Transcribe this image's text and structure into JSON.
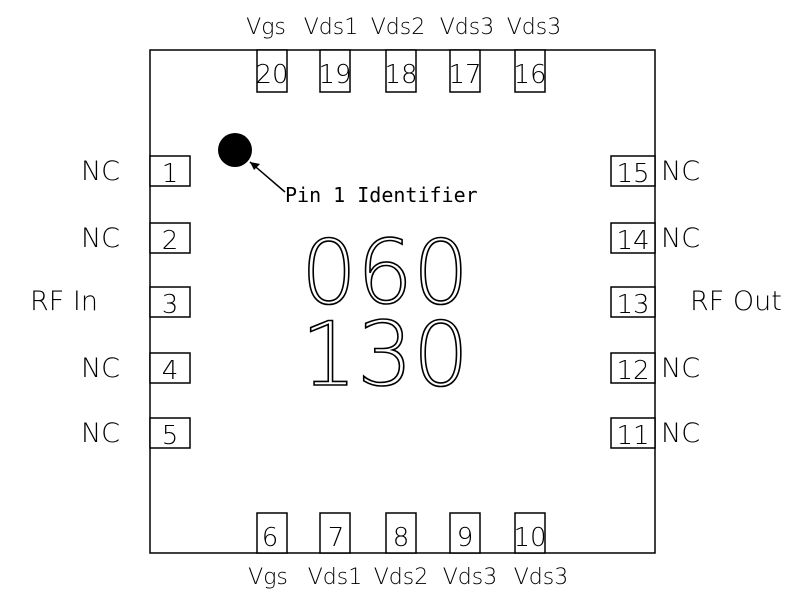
{
  "package": {
    "marking_line1": "060",
    "marking_line2": "130",
    "pin1_identifier_label": "Pin 1 Identifier"
  },
  "pins": {
    "p1": {
      "number": "1",
      "name": "NC"
    },
    "p2": {
      "number": "2",
      "name": "NC"
    },
    "p3": {
      "number": "3",
      "name": "RF In"
    },
    "p4": {
      "number": "4",
      "name": "NC"
    },
    "p5": {
      "number": "5",
      "name": "NC"
    },
    "p6": {
      "number": "6",
      "name": "Vgs"
    },
    "p7": {
      "number": "7",
      "name": "Vds1"
    },
    "p8": {
      "number": "8",
      "name": "Vds2"
    },
    "p9": {
      "number": "9",
      "name": "Vds3"
    },
    "p10": {
      "number": "10",
      "name": "Vds3"
    },
    "p11": {
      "number": "11",
      "name": "NC"
    },
    "p12": {
      "number": "12",
      "name": "NC"
    },
    "p13": {
      "number": "13",
      "name": "RF Out"
    },
    "p14": {
      "number": "14",
      "name": "NC"
    },
    "p15": {
      "number": "15",
      "name": "NC"
    },
    "p16": {
      "number": "16",
      "name": "Vds3"
    },
    "p17": {
      "number": "17",
      "name": "Vds3"
    },
    "p18": {
      "number": "18",
      "name": "Vds2"
    },
    "p19": {
      "number": "19",
      "name": "Vds1"
    },
    "p20": {
      "number": "20",
      "name": "Vgs"
    }
  }
}
